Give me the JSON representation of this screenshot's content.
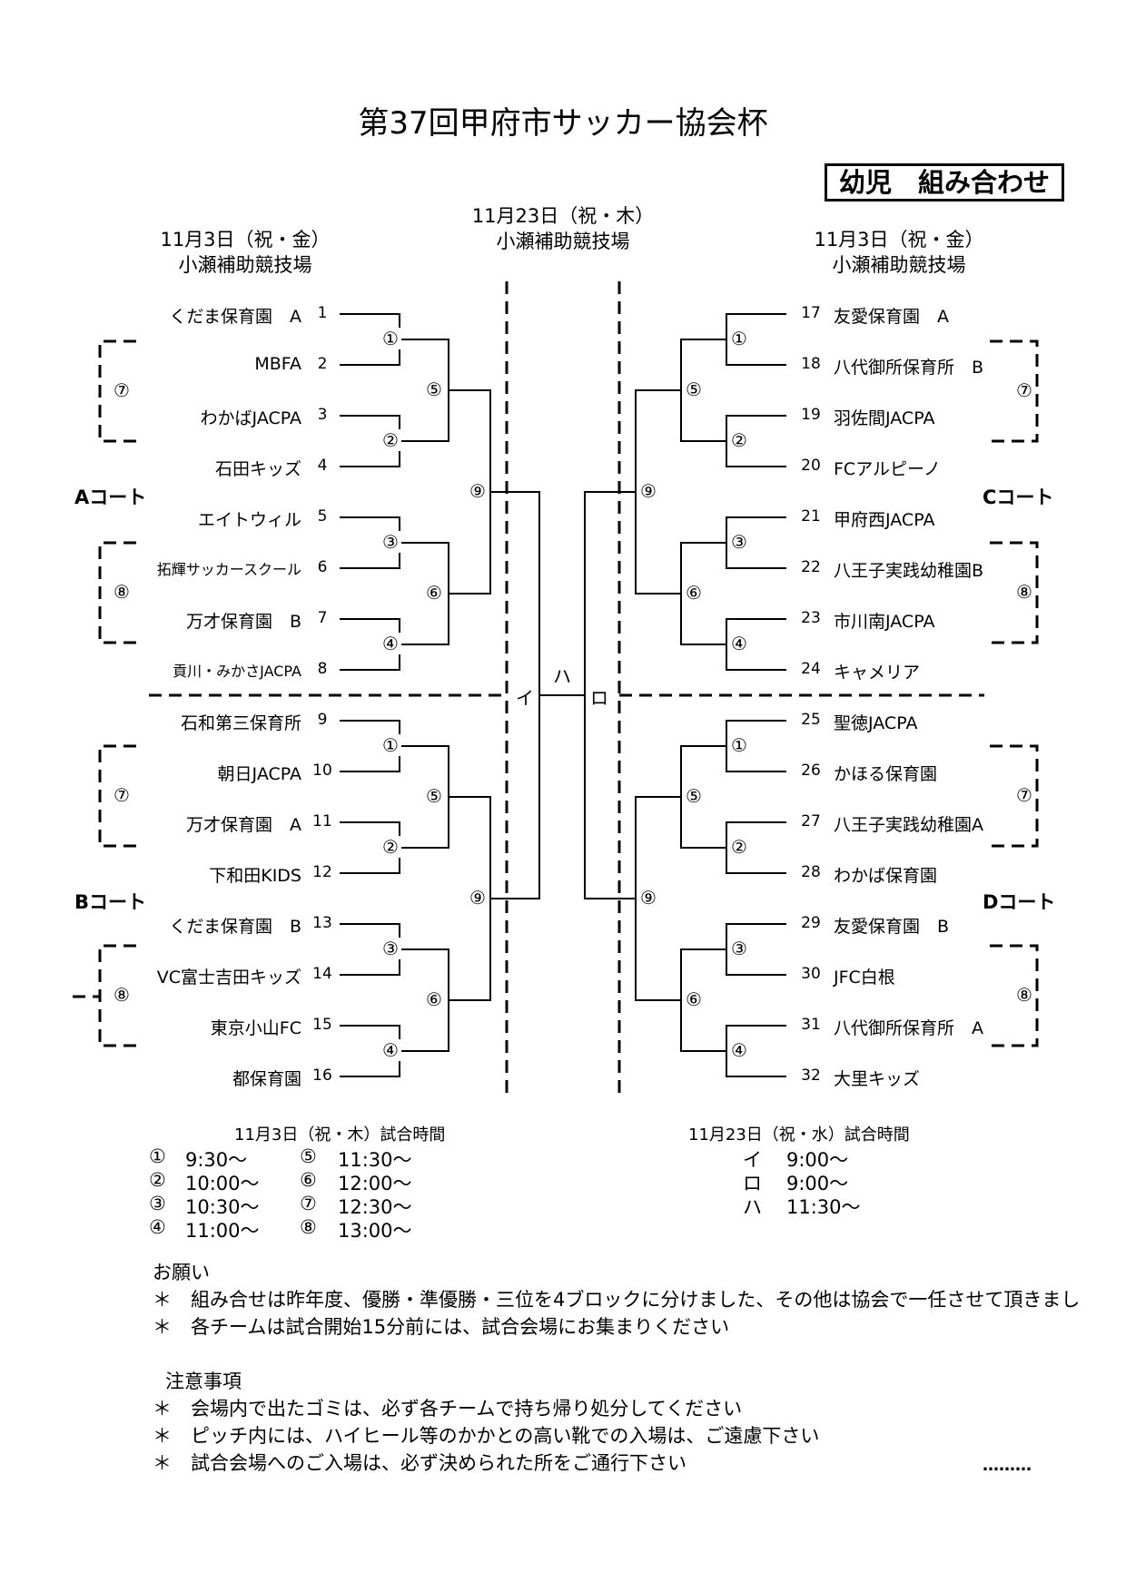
{
  "title": "第37回甲府市サッカー協会杯",
  "subtitle": "幼児　組み合わせ",
  "venues": {
    "left": {
      "date": "11月3日（祝・金）",
      "place": "小瀬補助競技場"
    },
    "center": {
      "date": "11月23日（祝・木）",
      "place": "小瀬補助競技場"
    },
    "right": {
      "date": "11月3日（祝・金）",
      "place": "小瀬補助競技場"
    }
  },
  "courts": {
    "a": "Aコート",
    "b": "Bコート",
    "c": "Cコート",
    "d": "Dコート"
  },
  "teams_left": [
    {
      "no": "1",
      "name": "くだま保育園　A"
    },
    {
      "no": "2",
      "name": "MBFA"
    },
    {
      "no": "3",
      "name": "わかばJACPA"
    },
    {
      "no": "4",
      "name": "石田キッズ"
    },
    {
      "no": "5",
      "name": "エイトウィル"
    },
    {
      "no": "6",
      "name": "拓輝サッカースクール"
    },
    {
      "no": "7",
      "name": "万才保育園　B"
    },
    {
      "no": "8",
      "name": "貢川・みかさJACPA"
    },
    {
      "no": "9",
      "name": "石和第三保育所"
    },
    {
      "no": "10",
      "name": "朝日JACPA"
    },
    {
      "no": "11",
      "name": "万才保育園　A"
    },
    {
      "no": "12",
      "name": "下和田KIDS"
    },
    {
      "no": "13",
      "name": "くだま保育園　B"
    },
    {
      "no": "14",
      "name": "VC富士吉田キッズ"
    },
    {
      "no": "15",
      "name": "東京小山FC"
    },
    {
      "no": "16",
      "name": "都保育園"
    }
  ],
  "teams_right": [
    {
      "no": "17",
      "name": "友愛保育園　A"
    },
    {
      "no": "18",
      "name": "八代御所保育所　B"
    },
    {
      "no": "19",
      "name": "羽佐間JACPA"
    },
    {
      "no": "20",
      "name": "FCアルピーノ"
    },
    {
      "no": "21",
      "name": "甲府西JACPA"
    },
    {
      "no": "22",
      "name": "八王子実践幼稚園B"
    },
    {
      "no": "23",
      "name": "市川南JACPA"
    },
    {
      "no": "24",
      "name": "キャメリア"
    },
    {
      "no": "25",
      "name": "聖徳JACPA"
    },
    {
      "no": "26",
      "name": "かほる保育園"
    },
    {
      "no": "27",
      "name": "八王子実践幼稚園A"
    },
    {
      "no": "28",
      "name": "わかば保育園"
    },
    {
      "no": "29",
      "name": "友愛保育園　B"
    },
    {
      "no": "30",
      "name": "JFC白根"
    },
    {
      "no": "31",
      "name": "八代御所保育所　A"
    },
    {
      "no": "32",
      "name": "大里キッズ"
    }
  ],
  "match_marks": {
    "m1": "①",
    "m2": "②",
    "m3": "③",
    "m4": "④",
    "m5": "⑤",
    "m6": "⑥",
    "m7": "⑦",
    "m8": "⑧",
    "m9": "⑨",
    "i": "イ",
    "ro": "ロ",
    "ha": "ハ"
  },
  "schedule_left": {
    "heading": "11月3日（祝・木）試合時間",
    "rows": [
      {
        "mark": "①",
        "time": "9:30～",
        "mark2": "⑤",
        "time2": "11:30～"
      },
      {
        "mark": "②",
        "time": "10:00～",
        "mark2": "⑥",
        "time2": "12:00～"
      },
      {
        "mark": "③",
        "time": "10:30～",
        "mark2": "⑦",
        "time2": "12:30～"
      },
      {
        "mark": "④",
        "time": "11:00～",
        "mark2": "⑧",
        "time2": "13:00～"
      }
    ]
  },
  "schedule_right": {
    "heading": "11月23日（祝・水）試合時間",
    "rows": [
      {
        "mark": "イ",
        "time": "9:00～"
      },
      {
        "mark": "ロ",
        "time": "9:00～"
      },
      {
        "mark": "ハ",
        "time": "11:30～"
      }
    ]
  },
  "requests": {
    "heading": "お願い",
    "items": [
      "組み合せは昨年度、優勝・準優勝・三位を4ブロックに分けました、その他は協会で一任させて頂きまし",
      "各チームは試合開始15分前には、試合会場にお集まりください"
    ]
  },
  "notes": {
    "heading": "注意事項",
    "items": [
      "会場内で出たゴミは、必ず各チームで持ち帰り処分してください",
      "ピッチ内には、ハイヒール等のかかとの高い靴での入場は、ご遠慮下さい",
      "試合会場へのご入場は、必ず決められた所をご通行下さい"
    ]
  },
  "bullet": "＊",
  "trailing_dots": "………"
}
